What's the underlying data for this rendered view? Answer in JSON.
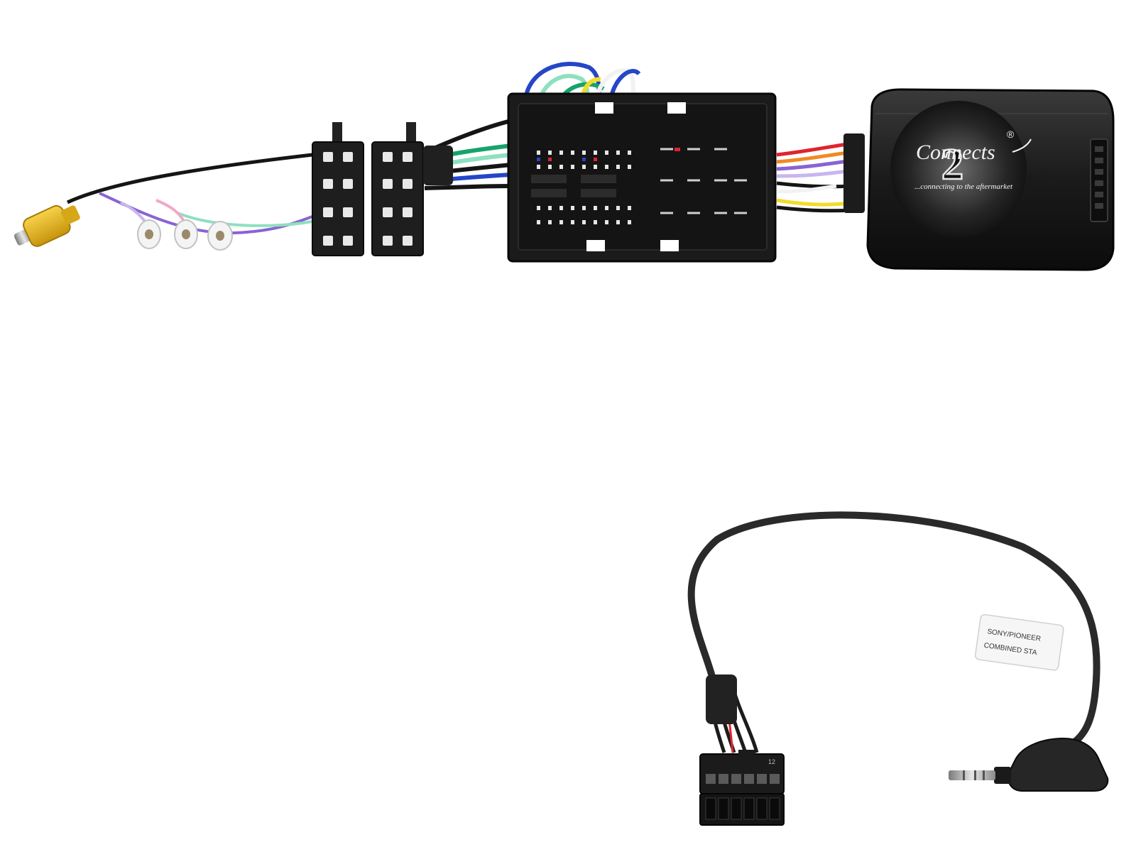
{
  "module": {
    "brand_text": "Connects",
    "brand_numeral": "2",
    "registered_mark": "®",
    "tagline": "...connecting to the aftermarket"
  },
  "patch_lead": {
    "label_line_1": "SONY/PIONEER",
    "label_line_2": "COMBINED STA",
    "plug_pin_number": "12"
  },
  "colors": {
    "housing": "#1c1c1c",
    "rca_yellow": "#e8b81c",
    "wire_black": "#151515",
    "wire_purple": "#8a63d2",
    "wire_pink": "#f2a7c8",
    "wire_mint": "#8ee0c0",
    "wire_green": "#17a36b",
    "wire_blue": "#2546c8",
    "wire_red": "#e0242e",
    "wire_orange": "#f08a24",
    "wire_yellow": "#f2dc2a",
    "wire_white": "#f2f2f2",
    "cable_grey": "#2a2a2a"
  }
}
